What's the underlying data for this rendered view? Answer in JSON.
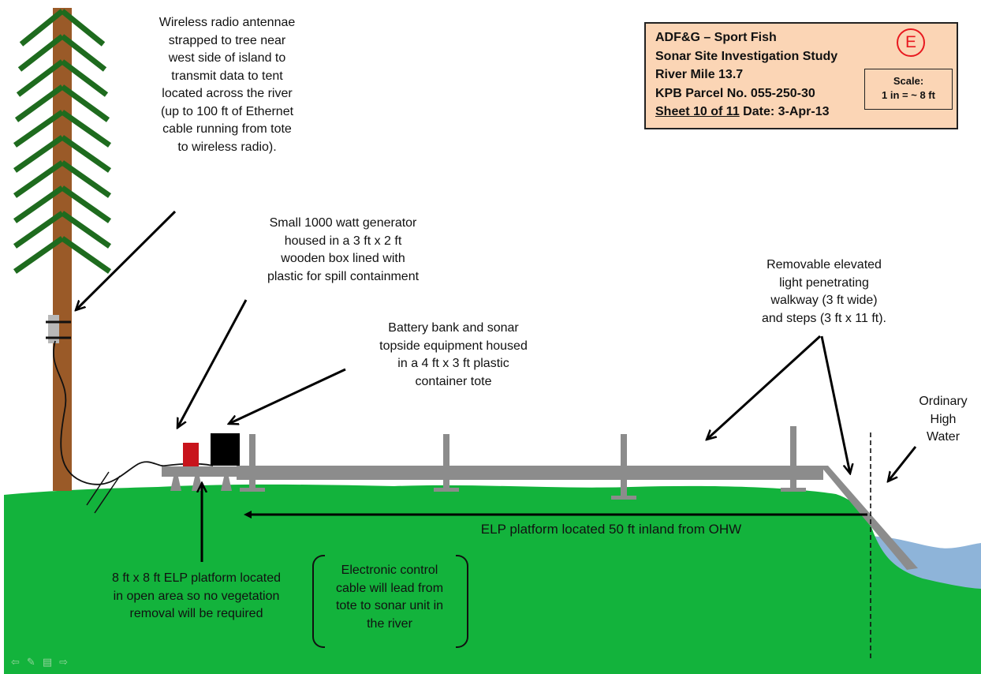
{
  "title_block": {
    "line1": "ADF&G – Sport Fish",
    "line2": "Sonar Site Investigation Study",
    "line3": "River Mile 13.7",
    "line4": "KPB Parcel No. 055-250-30",
    "sheet": "Sheet 10 of 11",
    "date": "Date: 3-Apr-13",
    "sheet_letter": "E",
    "scale_label": "Scale:",
    "scale_value": "1 in = ~ 8 ft"
  },
  "annotations": {
    "antenna": "Wireless radio antennae\nstrapped to tree near\nwest side of island to\ntransmit data to tent\nlocated across the river\n(up to 100 ft of Ethernet\ncable running from tote\nto wireless radio).",
    "generator": "Small 1000 watt generator\nhoused in a 3 ft x 2 ft\nwooden box lined with\nplastic for spill containment",
    "battery": "Battery bank and sonar\ntopside equipment housed\nin a 4 ft x 3 ft plastic\ncontainer tote",
    "walkway": "Removable elevated\nlight penetrating\nwalkway (3 ft wide)\nand steps (3 ft x 11 ft).",
    "ohw": "Ordinary\nHigh\nWater",
    "inland": "ELP platform located 50 ft inland from OHW",
    "platform": "8 ft x 8 ft ELP platform located\nin open area so no vegetation\nremoval will be required",
    "cable": "Electronic control\ncable will lead from\ntote to sonar unit in\nthe river"
  },
  "colors": {
    "ground": "#13b33c",
    "water": "#8eb4d9",
    "trunk": "#9a5a28",
    "branches": "#1e6b1e",
    "walkway": "#8c8c8c",
    "generator": "#c8141c",
    "tote": "#000000",
    "title_fill": "#fbd5b5",
    "sheet_letter": "#e8191f"
  },
  "icons": {
    "footer": [
      "back-arrow-icon",
      "pen-icon",
      "slides-icon",
      "forward-arrow-icon"
    ]
  }
}
